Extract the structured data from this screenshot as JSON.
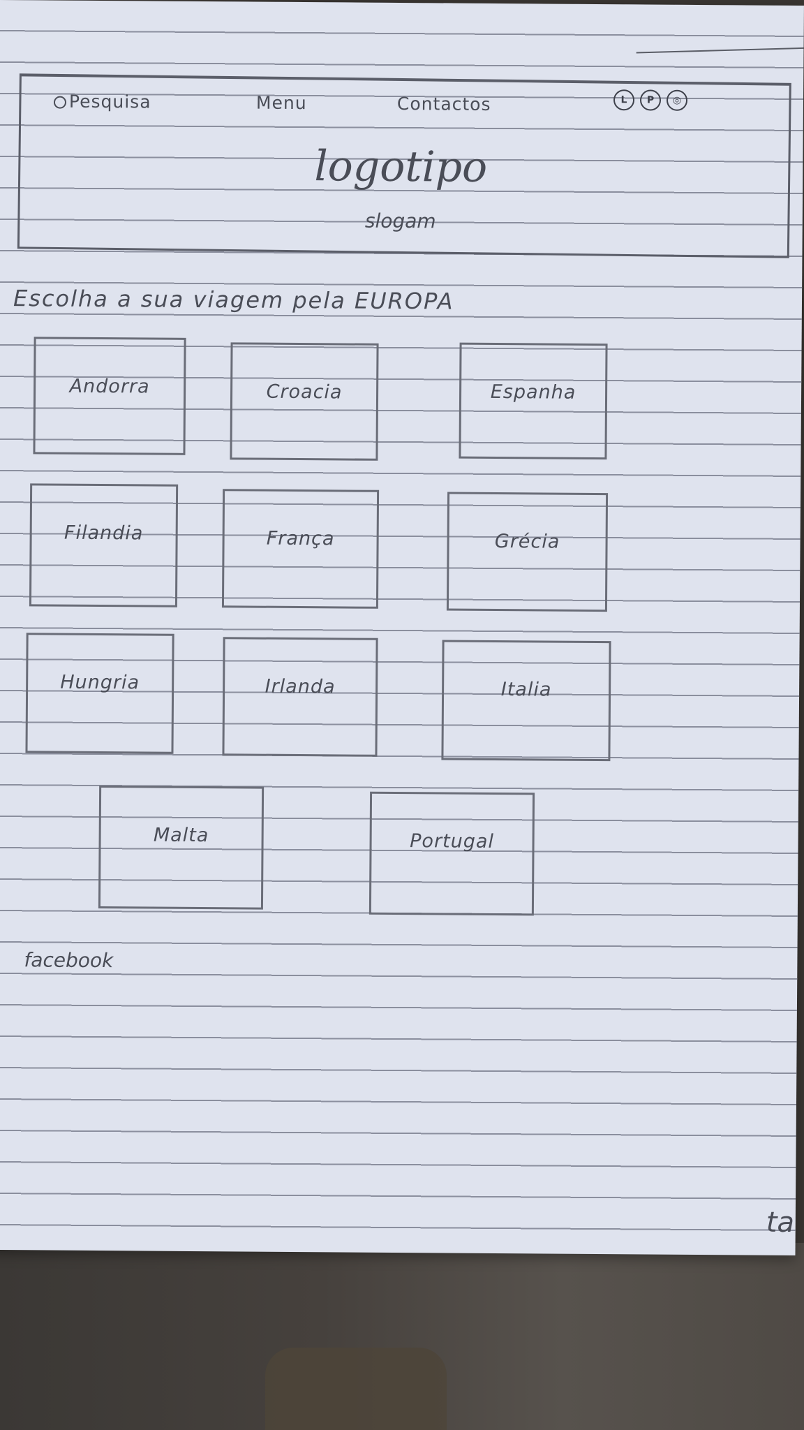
{
  "header": {
    "nav": {
      "search_label": "Pesquisa",
      "menu_label": "Menu",
      "contacts_label": "Contactos"
    },
    "social_icons": [
      {
        "icon": "linkedin-icon",
        "glyph": "L"
      },
      {
        "icon": "pinterest-icon",
        "glyph": "P"
      },
      {
        "icon": "instagram-icon",
        "glyph": "◎"
      }
    ],
    "logo": "logotipo",
    "slogan": "slogam"
  },
  "main": {
    "headline": "Escolha a sua viagem pela EUROPA",
    "destinations": [
      "Andorra",
      "Croacia",
      "Espanha",
      "Filandia",
      "França",
      "Grécia",
      "Hungria",
      "Irlanda",
      "Italia",
      "Malta",
      "Portugal"
    ]
  },
  "footer": {
    "facebook_label": "facebook"
  },
  "page_note": "ta"
}
